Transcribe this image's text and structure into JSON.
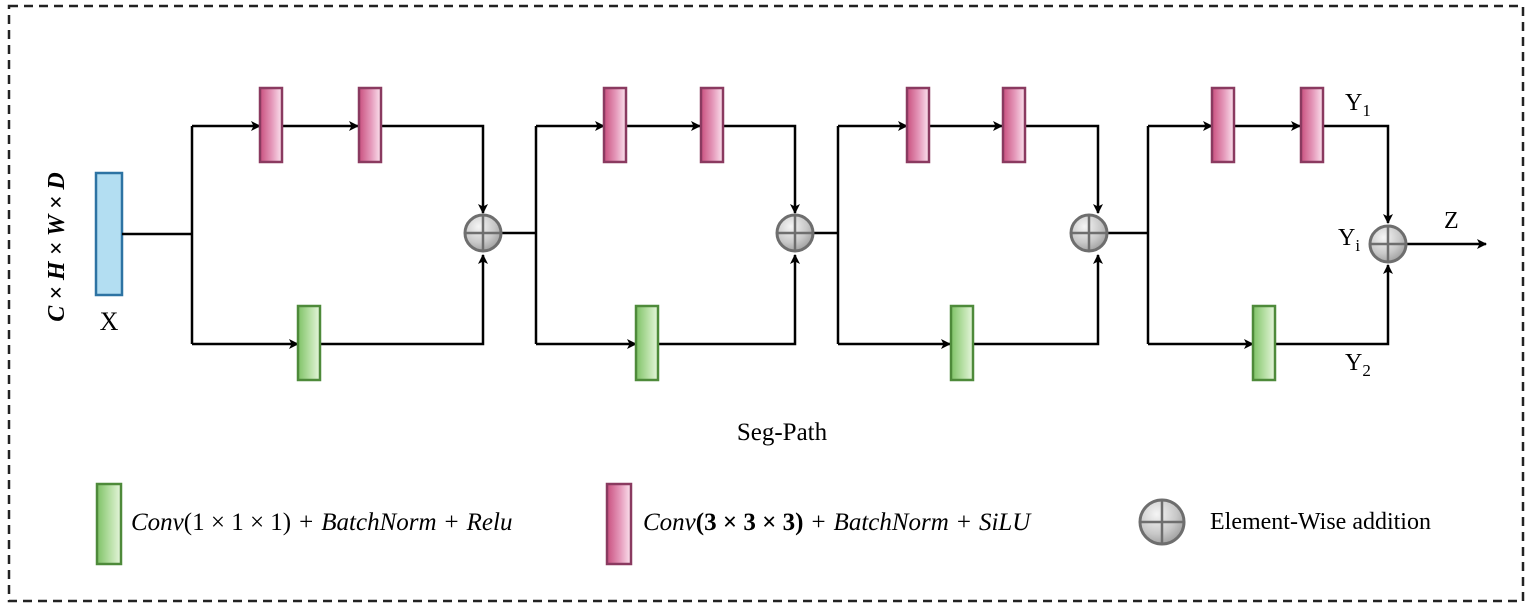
{
  "input": {
    "dims_label": "C × H × W × D",
    "x_label": "X"
  },
  "section_label": "Seg-Path",
  "outputs": {
    "y1_base": "Y",
    "y1_sub": "1",
    "y2_base": "Y",
    "y2_sub": "2",
    "yi_base": "Y",
    "yi_sub": "i",
    "z_label": "Z"
  },
  "legend": {
    "green": {
      "name": "Conv",
      "args": "(1 × 1 × 1)",
      "plus1": "+",
      "norm": "BatchNorm",
      "plus2": "+",
      "act": "Relu"
    },
    "pink": {
      "name": "Conv",
      "args": "(3 × 3 × 3)",
      "plus1": "+",
      "norm": "BatchNorm",
      "plus2": "+",
      "act": "SiLU"
    },
    "add": "Element-Wise addition"
  },
  "colors": {
    "input_fill": "#b3def2",
    "input_stroke": "#2d73a3",
    "pink_stroke": "#8a3a60",
    "green_stroke": "#4e8a3a",
    "line": "#000000",
    "adder_stroke": "#6e6e6e",
    "border": "#222222"
  }
}
